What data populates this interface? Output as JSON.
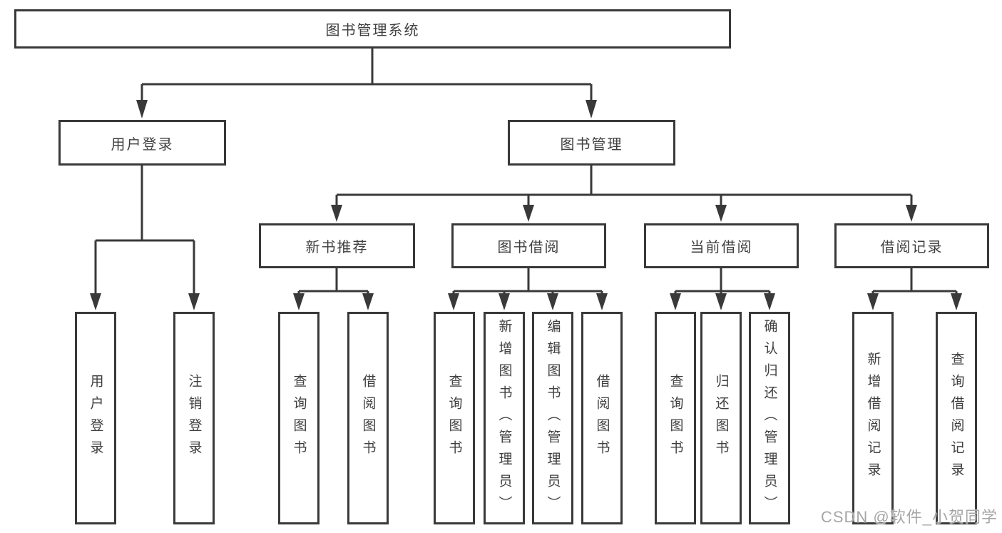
{
  "root": {
    "label": "图书管理系统"
  },
  "branches": {
    "user_login": {
      "label": "用户登录",
      "children": [
        {
          "label": "用户登录"
        },
        {
          "label": "注销登录"
        }
      ]
    },
    "book_mgmt": {
      "label": "图书管理",
      "children": [
        {
          "label": "新书推荐",
          "children": [
            {
              "label": "查询图书"
            },
            {
              "label": "借阅图书"
            }
          ]
        },
        {
          "label": "图书借阅",
          "children": [
            {
              "label": "查询图书"
            },
            {
              "label": "新增图书（管理员）"
            },
            {
              "label": "编辑图书（管理员）"
            },
            {
              "label": "借阅图书"
            }
          ]
        },
        {
          "label": "当前借阅",
          "children": [
            {
              "label": "查询图书"
            },
            {
              "label": "归还图书"
            },
            {
              "label": "确认归还（管理员）"
            }
          ]
        },
        {
          "label": "借阅记录",
          "children": [
            {
              "label": "新增借阅记录"
            },
            {
              "label": "查询借阅记录"
            }
          ]
        }
      ]
    }
  },
  "watermark": "CSDN @软件_小贺同学",
  "colors": {
    "line": "#393939",
    "text": "#3f3f3f",
    "watermark": "#a6a6a6",
    "background": "#ffffff"
  }
}
